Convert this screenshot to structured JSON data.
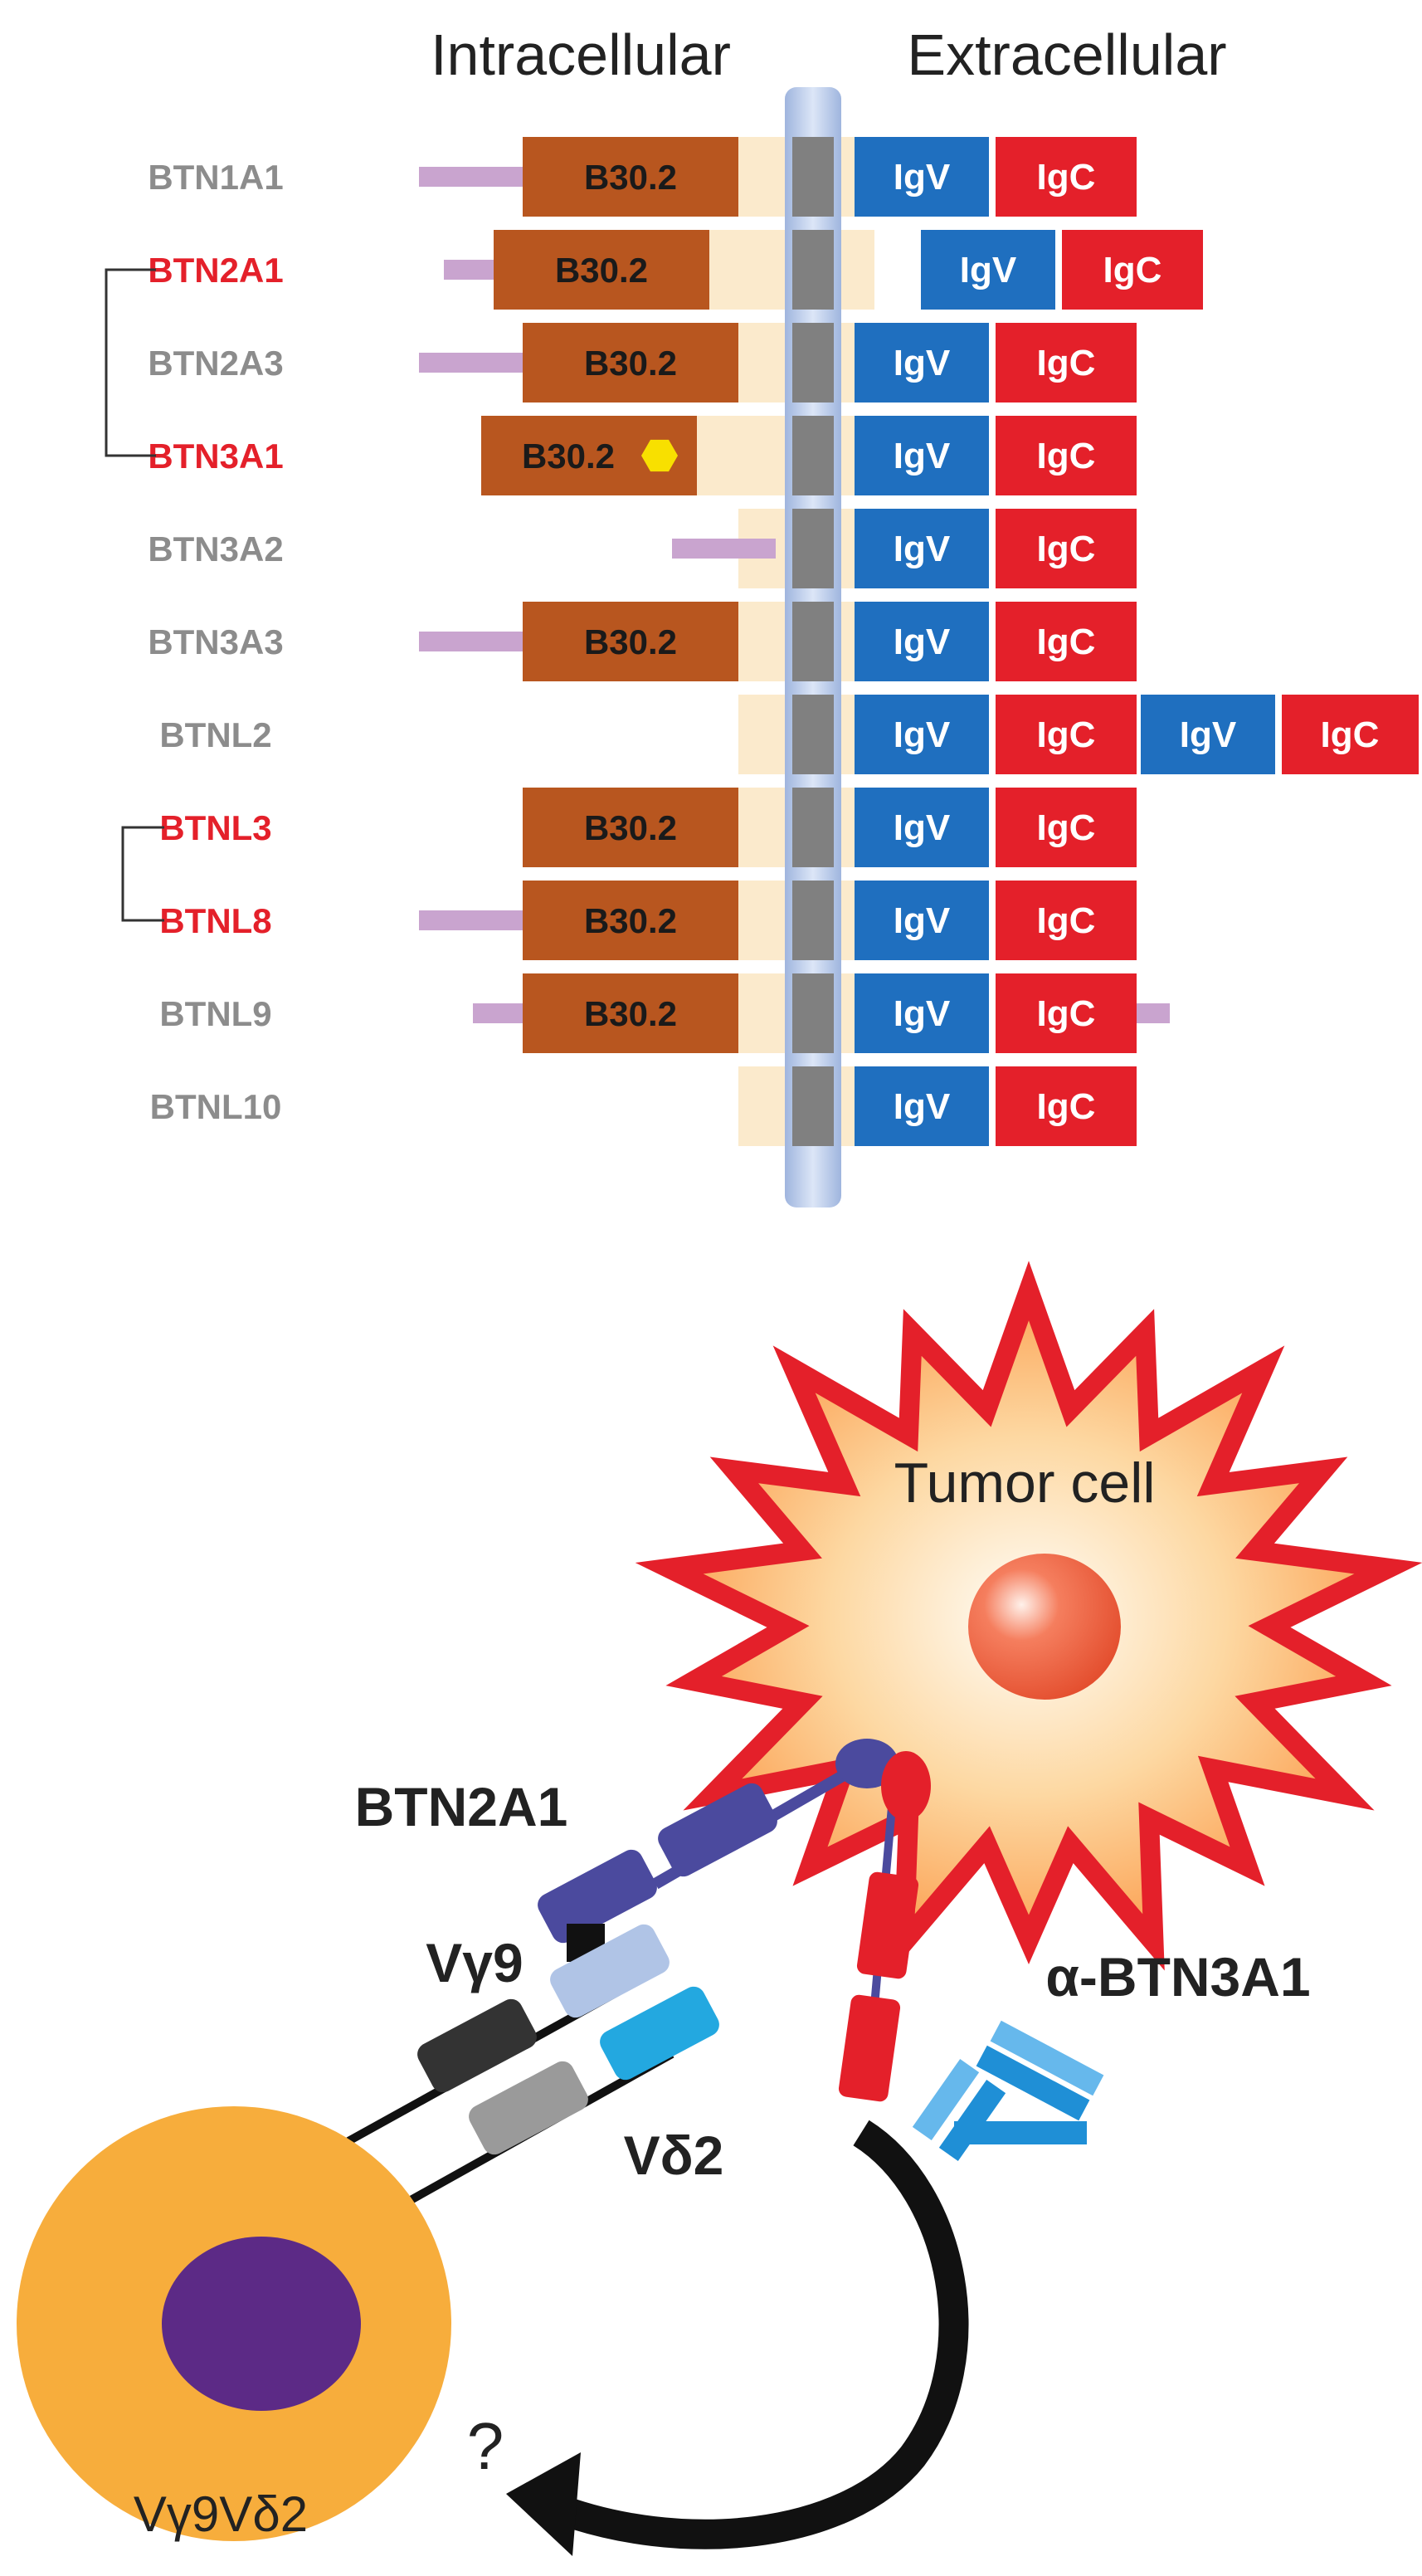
{
  "headers": {
    "intracellular": "Intracellular",
    "extracellular": "Extracellular"
  },
  "domain_labels": {
    "b30": "B30.2",
    "igv": "IgV",
    "igc": "IgC"
  },
  "colors": {
    "gray_label": "#8c8c8c",
    "red_label": "#e4202a",
    "b30": "#b8561f",
    "igv": "#1f6fbf",
    "igc": "#e4202a",
    "tail": "#c9a4cf",
    "spacer": "#fbeacc",
    "membrane": "#b8c8e6",
    "tm": "#808080",
    "ligand_marker": "#f8e000",
    "btn2a1_body": "#4b4a9e",
    "btn3a1_body": "#e4202a",
    "vg9_light": "#b0c4e6",
    "vd2_light": "#23a8e0",
    "vg9_dark": "#333333",
    "vd2_dark": "#9a9a9a",
    "antibody": "#1f8fd6",
    "tcell": "#f7ad3c",
    "nucleus": "#5c2a86",
    "tumor_outline": "#e4202a",
    "tumor_fill": "#fbb063"
  },
  "proteins": [
    {
      "name": "BTN1A1",
      "highlight": false,
      "b30": true,
      "tail": "long",
      "ligand_marker": false,
      "extra_igv_igc": false
    },
    {
      "name": "BTN2A1",
      "highlight": true,
      "b30": true,
      "tail": "short",
      "ligand_marker": false,
      "extra_igv_igc": false
    },
    {
      "name": "BTN2A3",
      "highlight": false,
      "b30": true,
      "tail": "long",
      "ligand_marker": false,
      "extra_igv_igc": false
    },
    {
      "name": "BTN3A1",
      "highlight": true,
      "b30": true,
      "tail": "none",
      "ligand_marker": true,
      "extra_igv_igc": false
    },
    {
      "name": "BTN3A2",
      "highlight": false,
      "b30": false,
      "tail": "long",
      "ligand_marker": false,
      "extra_igv_igc": false
    },
    {
      "name": "BTN3A3",
      "highlight": false,
      "b30": true,
      "tail": "long",
      "ligand_marker": false,
      "extra_igv_igc": false
    },
    {
      "name": "BTNL2",
      "highlight": false,
      "b30": false,
      "tail": "none",
      "ligand_marker": false,
      "extra_igv_igc": true
    },
    {
      "name": "BTNL3",
      "highlight": true,
      "b30": true,
      "tail": "none",
      "ligand_marker": false,
      "extra_igv_igc": false
    },
    {
      "name": "BTNL8",
      "highlight": true,
      "b30": true,
      "tail": "long",
      "ligand_marker": false,
      "extra_igv_igc": false
    },
    {
      "name": "BTNL9",
      "highlight": false,
      "b30": true,
      "tail": "short",
      "ligand_marker": false,
      "extra_igv_igc": false
    },
    {
      "name": "BTNL10",
      "highlight": false,
      "b30": false,
      "tail": "none",
      "ligand_marker": false,
      "extra_igv_igc": false
    }
  ],
  "pairings": [
    [
      "BTN2A1",
      "BTN3A1"
    ],
    [
      "BTNL3",
      "BTNL8"
    ]
  ],
  "cell_diagram": {
    "tumor_label": "Tumor cell",
    "btn2a1_label": "BTN2A1",
    "vg9_label": "Vγ9",
    "vd2_label": "Vδ2",
    "antibody_label": "α-BTN3A1",
    "tcell_label": "Vγ9Vδ2",
    "question_mark": "?"
  }
}
